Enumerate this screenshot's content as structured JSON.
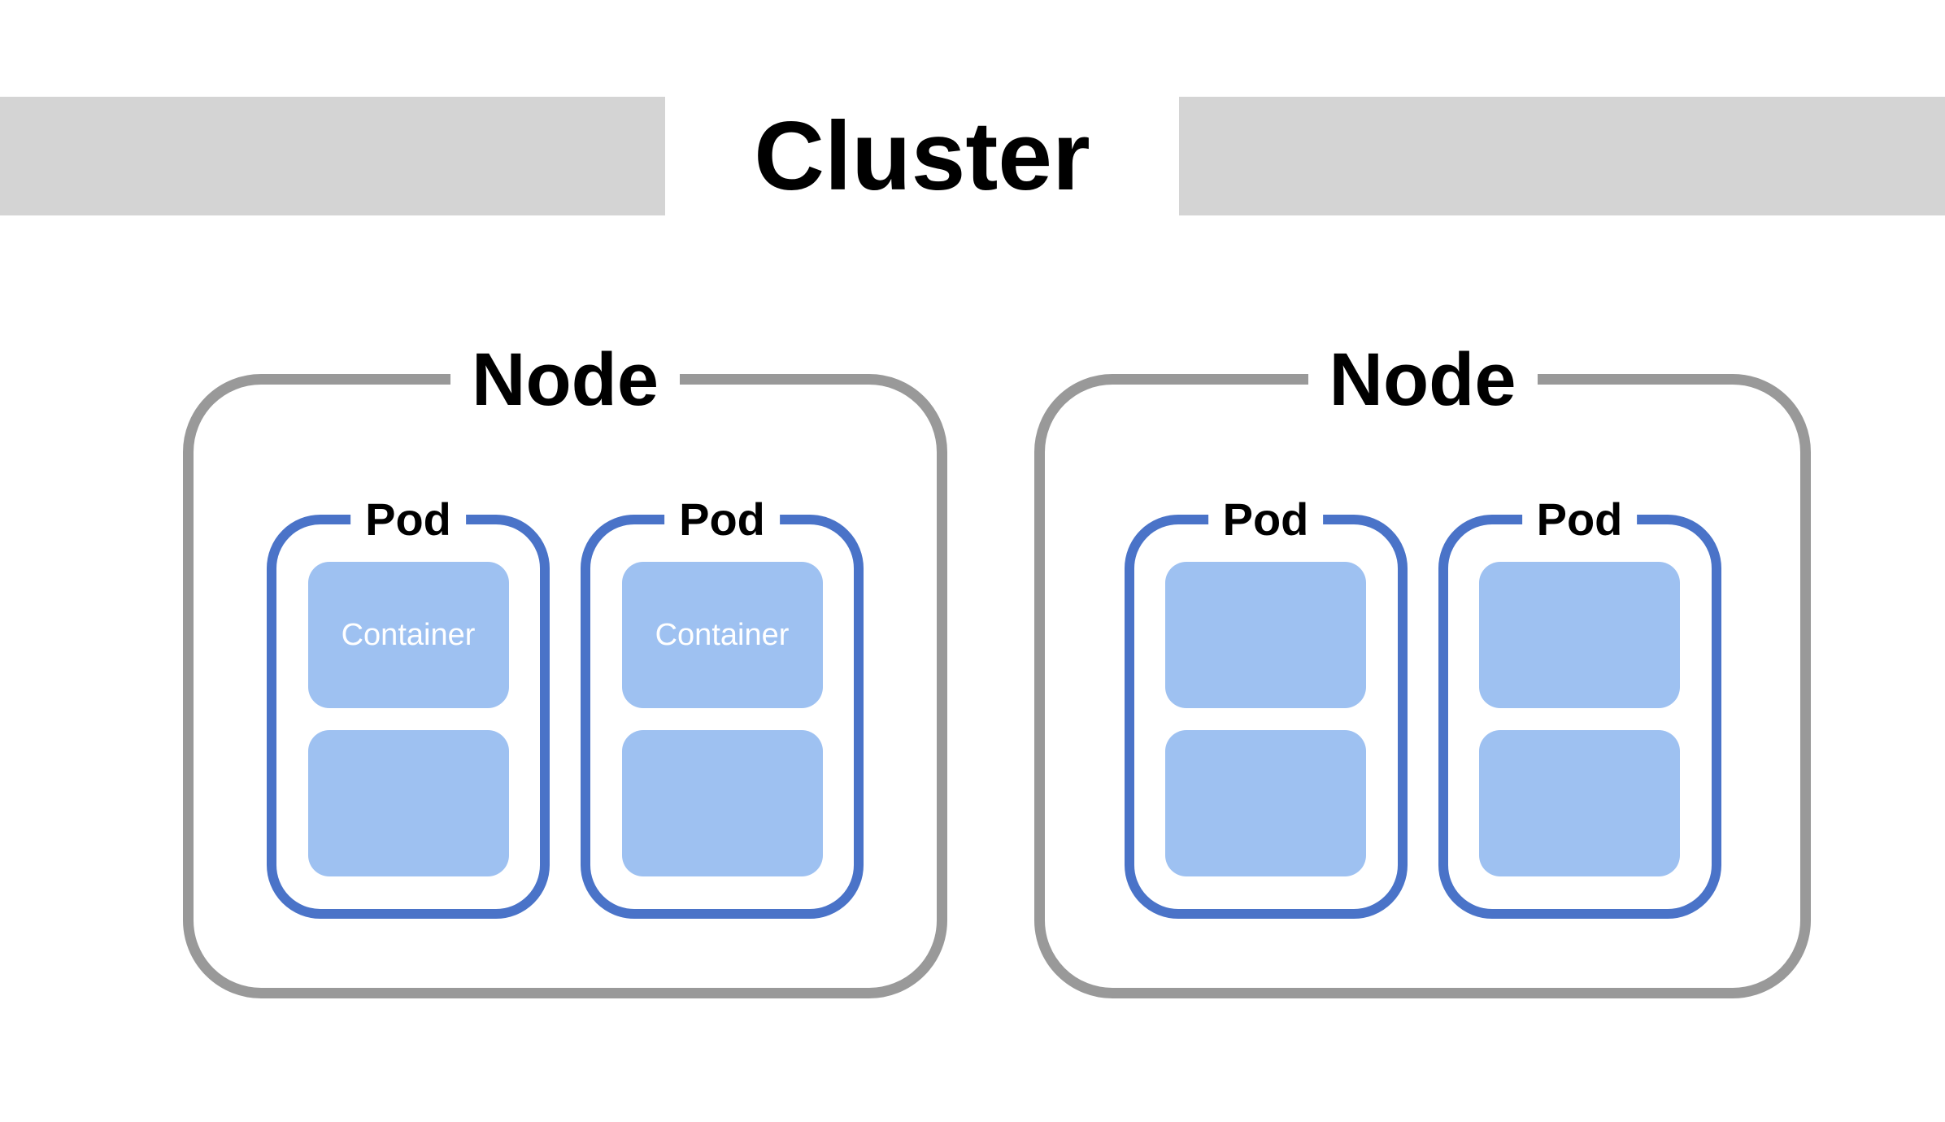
{
  "title": "Cluster",
  "colors": {
    "bar_gray": "#d4d4d4",
    "node_border": "#999999",
    "pod_border": "#4a73c8",
    "container_fill": "#9ec1f1",
    "container_text": "#ffffff"
  },
  "nodes": [
    {
      "label": "Node",
      "pods": [
        {
          "label": "Pod",
          "containers": [
            {
              "label": "Container"
            },
            {
              "label": ""
            }
          ]
        },
        {
          "label": "Pod",
          "containers": [
            {
              "label": "Container"
            },
            {
              "label": ""
            }
          ]
        }
      ]
    },
    {
      "label": "Node",
      "pods": [
        {
          "label": "Pod",
          "containers": [
            {
              "label": ""
            },
            {
              "label": ""
            }
          ]
        },
        {
          "label": "Pod",
          "containers": [
            {
              "label": ""
            },
            {
              "label": ""
            }
          ]
        }
      ]
    }
  ]
}
